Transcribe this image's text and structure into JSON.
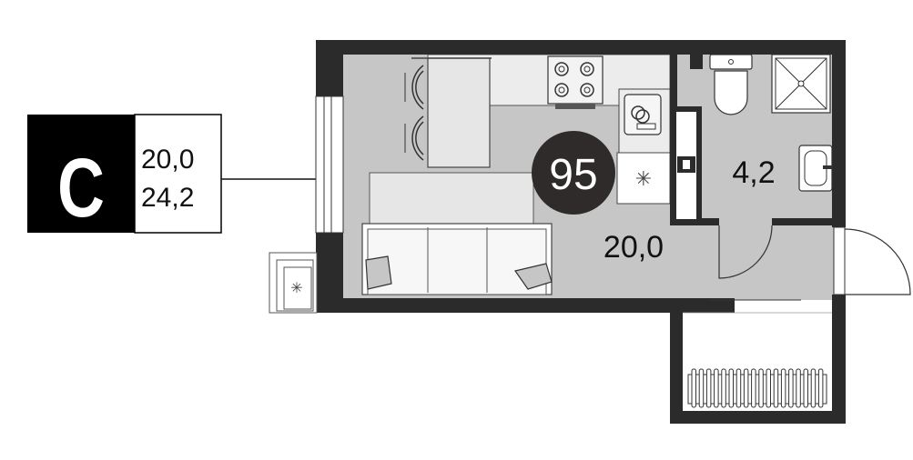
{
  "legend": {
    "letter": "С",
    "living_area": "20,0",
    "total_area": "24,2"
  },
  "apartment": {
    "number": "95"
  },
  "rooms": {
    "main_room_area": "20,0",
    "bathroom_area": "4,2"
  },
  "colors": {
    "wall": "#2b2b2b",
    "floor": "#c6c6c6",
    "furniture": "#e6e6e6",
    "line": "#333333",
    "badge": "#2e2b2a",
    "white": "#ffffff"
  }
}
